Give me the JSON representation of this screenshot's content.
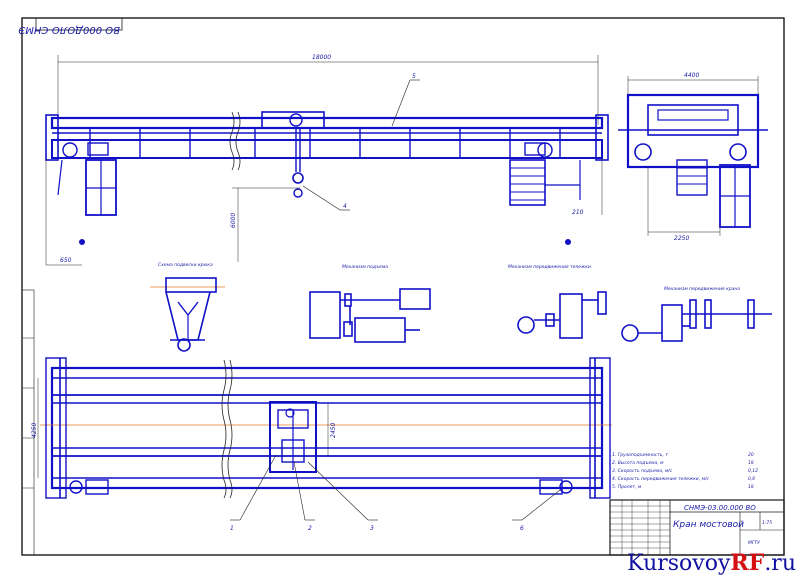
{
  "drawing": {
    "stamp_code": "ВО 000ДОЛО-СНМЭ",
    "span_dim": "18000",
    "left_dim": "650",
    "height_dim": "6000",
    "right_small_dim": "210",
    "side_top_dim": "4400",
    "side_bottom_dim": "2250",
    "plan_width_dim": "4250",
    "plan_trolley_dim": "2450",
    "views": {
      "hook_scheme": "Схема подвески крюка",
      "hoist_kinematic": "Механизм подъема",
      "trolley_kinematic": "Механизм передвижения тележки",
      "crane_kinematic": "Механизм передвижения крана"
    },
    "callouts": [
      "1",
      "2",
      "3",
      "4",
      "5",
      "6"
    ]
  },
  "specs": [
    {
      "label": "1. Грузоподъемность, т",
      "value": "20"
    },
    {
      "label": "2. Высота подъема, м",
      "value": "18"
    },
    {
      "label": "3. Скорость подъема, м/с",
      "value": "0,12"
    },
    {
      "label": "4. Скорость передвижения тележки, м/с",
      "value": "0,6"
    },
    {
      "label": "5. Пролет, м",
      "value": "18"
    }
  ],
  "title_block": {
    "doc_code": "СНМЭ-03.00.000 ВО",
    "name": "Кран мостовой",
    "scale": "1:75",
    "sheet": "МГТУ"
  },
  "watermark": {
    "main": "Kursovoy",
    "accent": "RF",
    "tail": ".ru"
  },
  "colors": {
    "line": "#1010c8",
    "axis": "#e07a20",
    "bg": "#ffffff",
    "watermark_accent": "#d41010"
  }
}
